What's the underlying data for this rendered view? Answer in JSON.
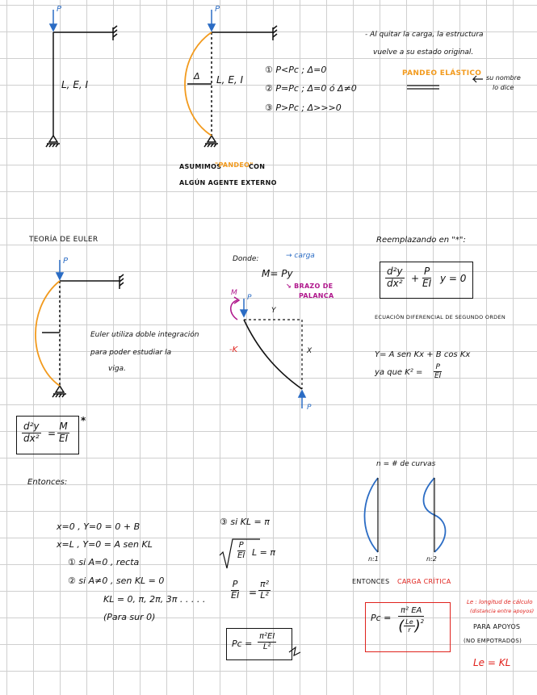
{
  "top": {
    "fig1": {
      "load": "P",
      "props": "L, E, I"
    },
    "fig2": {
      "load": "P",
      "props": "L, E, I",
      "delta": "Δ"
    },
    "cases": [
      "① P<Pc ; Δ=0",
      "② P=Pc ; Δ=0 ó Δ≠0",
      "③ P>Pc ; Δ>>>0"
    ],
    "note_line1": "- Al quitar la carga, la estructura",
    "note_line2": "vuelve a su estado original.",
    "pandeo_elastico": "PANDEO ELÁSTICO",
    "arrow_note_line1": "su nombre",
    "arrow_note_line2": "lo dice",
    "asumimos_prefix": "ASUMIMOS",
    "asumimos_quote": "\"PANDEO\"",
    "asumimos_suffix": "CON",
    "asumimos_line2": "ALGÚN AGENTE EXTERNO"
  },
  "euler": {
    "title": "TEORÍA DE EULER",
    "load": "P",
    "text_line1": "Euler utiliza doble integración",
    "text_line2": "para poder estudiar la",
    "text_line3": "viga.",
    "eq_num": "d²y",
    "eq_den": "dx²",
    "eq_eq": "=",
    "eq_rhs_num": "M",
    "eq_rhs_den": "EI",
    "eq_star": "*"
  },
  "donde": {
    "label": "Donde:",
    "formula": "M= Py",
    "carga": "→ carga",
    "brazo_line1": "↘ BRAZO DE",
    "brazo_line2": "PALANCA",
    "M": "M",
    "P_top": "P",
    "P_bottom": "P",
    "y": "Y",
    "x": "X",
    "minus_k": "-K"
  },
  "reemplazando": {
    "title": "Reemplazando en \"*\":",
    "eq_d_num": "d²y",
    "eq_d_den": "dx²",
    "eq_plus": "+",
    "eq_p_num": "P",
    "eq_p_den": "EI",
    "eq_rest": "y = 0",
    "ecuacion_label": "ECUACIÓN DIFERENCIAL DE SEGUNDO ORDEN",
    "solution": "Y= A sen Kx + B cos Kx",
    "ya_que": "ya que K² =",
    "k_num": "P",
    "k_den": "EI"
  },
  "entonces": {
    "title": "Entonces:",
    "line1": "x=0 , Y=0 = 0 + B",
    "line2": "x=L , Y=0 = A sen KL",
    "line3": "① si A=0 , recta",
    "line4": "② si A≠0 , sen KL = 0",
    "line5": "KL = 0, π, 2π, 3π . . . . .",
    "line6": "(Para sur 0)"
  },
  "caso3": {
    "line1": "③ si KL = π",
    "sqrt_num": "P",
    "sqrt_den": "EI",
    "sqrt_rest": "L = π",
    "frac_num": "P",
    "frac_den": "EI",
    "eq": "=",
    "frac2_num": "π²",
    "frac2_den": "L²",
    "pc_lhs": "Pc =",
    "pc_num": "π²EI",
    "pc_den": "L²"
  },
  "curvas": {
    "title": "n = # de curvas",
    "n1": "n:1",
    "n2": "n:2",
    "entonces": "ENTONCES",
    "carga_critica": "CARGA CRÍTICA",
    "pc_lhs": "Pc =",
    "pc_num": "π² EA",
    "pc_den_num": "Le",
    "pc_den_den": "r",
    "pc_den_exp": "2",
    "le_note_line1": "Le : longitud de cálculo",
    "le_note_line2": "(distancia entre apoyos)",
    "para_apoyos": "PARA APOYOS",
    "no_empotrados": "(NO EMPOTRADOS)",
    "le_kl": "Le = KL"
  },
  "colors": {
    "orange": "#f29a1d",
    "blue": "#2b6cc4",
    "purple": "#b0178c",
    "red": "#e0221d",
    "grid": "#cfcfcf"
  }
}
